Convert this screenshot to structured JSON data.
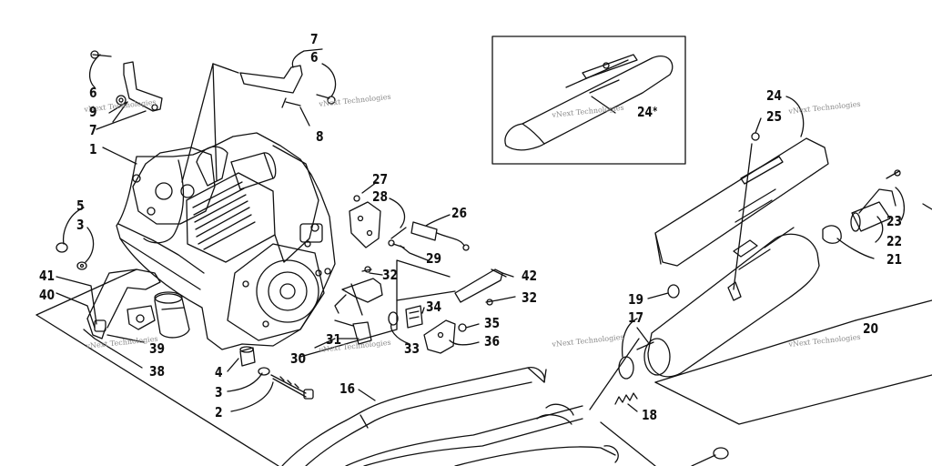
{
  "watermark_text": "vNext Technologies",
  "labels": {
    "l7a": "7",
    "l6a": "6",
    "l6b": "6",
    "l9": "9",
    "l7b": "7",
    "l8": "8",
    "l1": "1",
    "l5": "5",
    "l3a": "3",
    "l41": "41",
    "l40": "40",
    "l39": "39",
    "l38": "38",
    "l27": "27",
    "l28": "28",
    "l26": "26",
    "l29": "29",
    "l32a": "32",
    "l42": "42",
    "l32b": "32",
    "l34": "34",
    "l35": "35",
    "l33": "33",
    "l36": "36",
    "l31": "31",
    "l30": "30",
    "l4": "4",
    "l3b": "3",
    "l2": "2",
    "l16": "16",
    "l24a": "24",
    "l24b": "24",
    "l24b_mark": "*",
    "l25": "25",
    "l23": "23",
    "l22": "22",
    "l21": "21",
    "l19": "19",
    "l17": "17",
    "l20": "20",
    "l18": "18"
  },
  "colors": {
    "ink": "#111111",
    "watermark": "#8a8a8a",
    "background": "#ffffff"
  }
}
